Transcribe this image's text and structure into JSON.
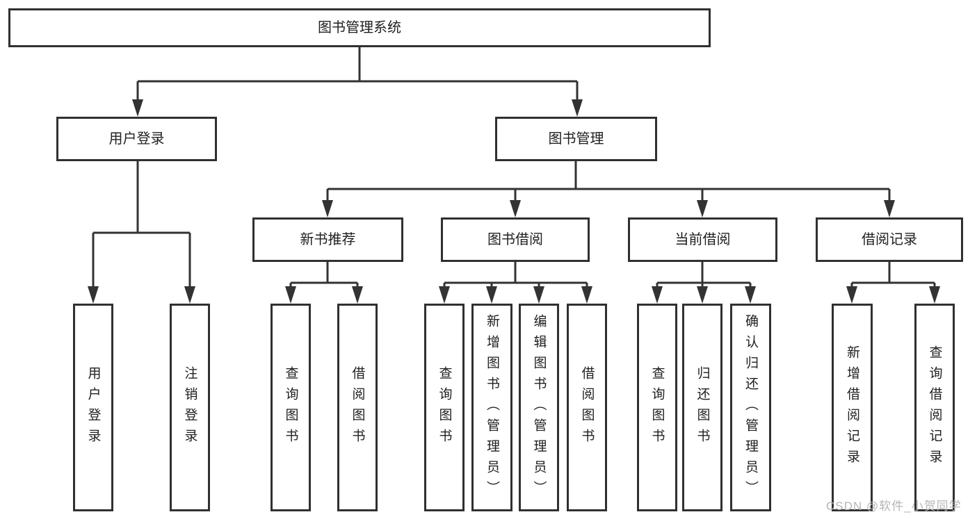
{
  "diagram": {
    "root": {
      "label": "图书管理系统"
    },
    "level2": {
      "user_login": {
        "label": "用户登录"
      },
      "book_management": {
        "label": "图书管理"
      }
    },
    "level3": {
      "new_books": {
        "label": "新书推荐"
      },
      "book_borrow": {
        "label": "图书借阅"
      },
      "current_borrow": {
        "label": "当前借阅"
      },
      "borrow_records": {
        "label": "借阅记录"
      }
    },
    "leaves": {
      "user_login": [
        "用户登录",
        "注销登录"
      ],
      "new_books": [
        "查询图书",
        "借阅图书"
      ],
      "book_borrow": [
        "查询图书",
        "新增图书（管理员）",
        "编辑图书（管理员）",
        "借阅图书"
      ],
      "current_borrow": [
        "查询图书",
        "归还图书",
        "确认归还（管理员）"
      ],
      "borrow_records": [
        "新增借阅记录",
        "查询借阅记录"
      ]
    }
  },
  "watermark": "CSDN @软件_小贺同学",
  "colors": {
    "line": "#333333",
    "box_border": "#303030",
    "text": "#1f1f1f",
    "watermark": "#b5b5b5",
    "background": "#ffffff"
  }
}
